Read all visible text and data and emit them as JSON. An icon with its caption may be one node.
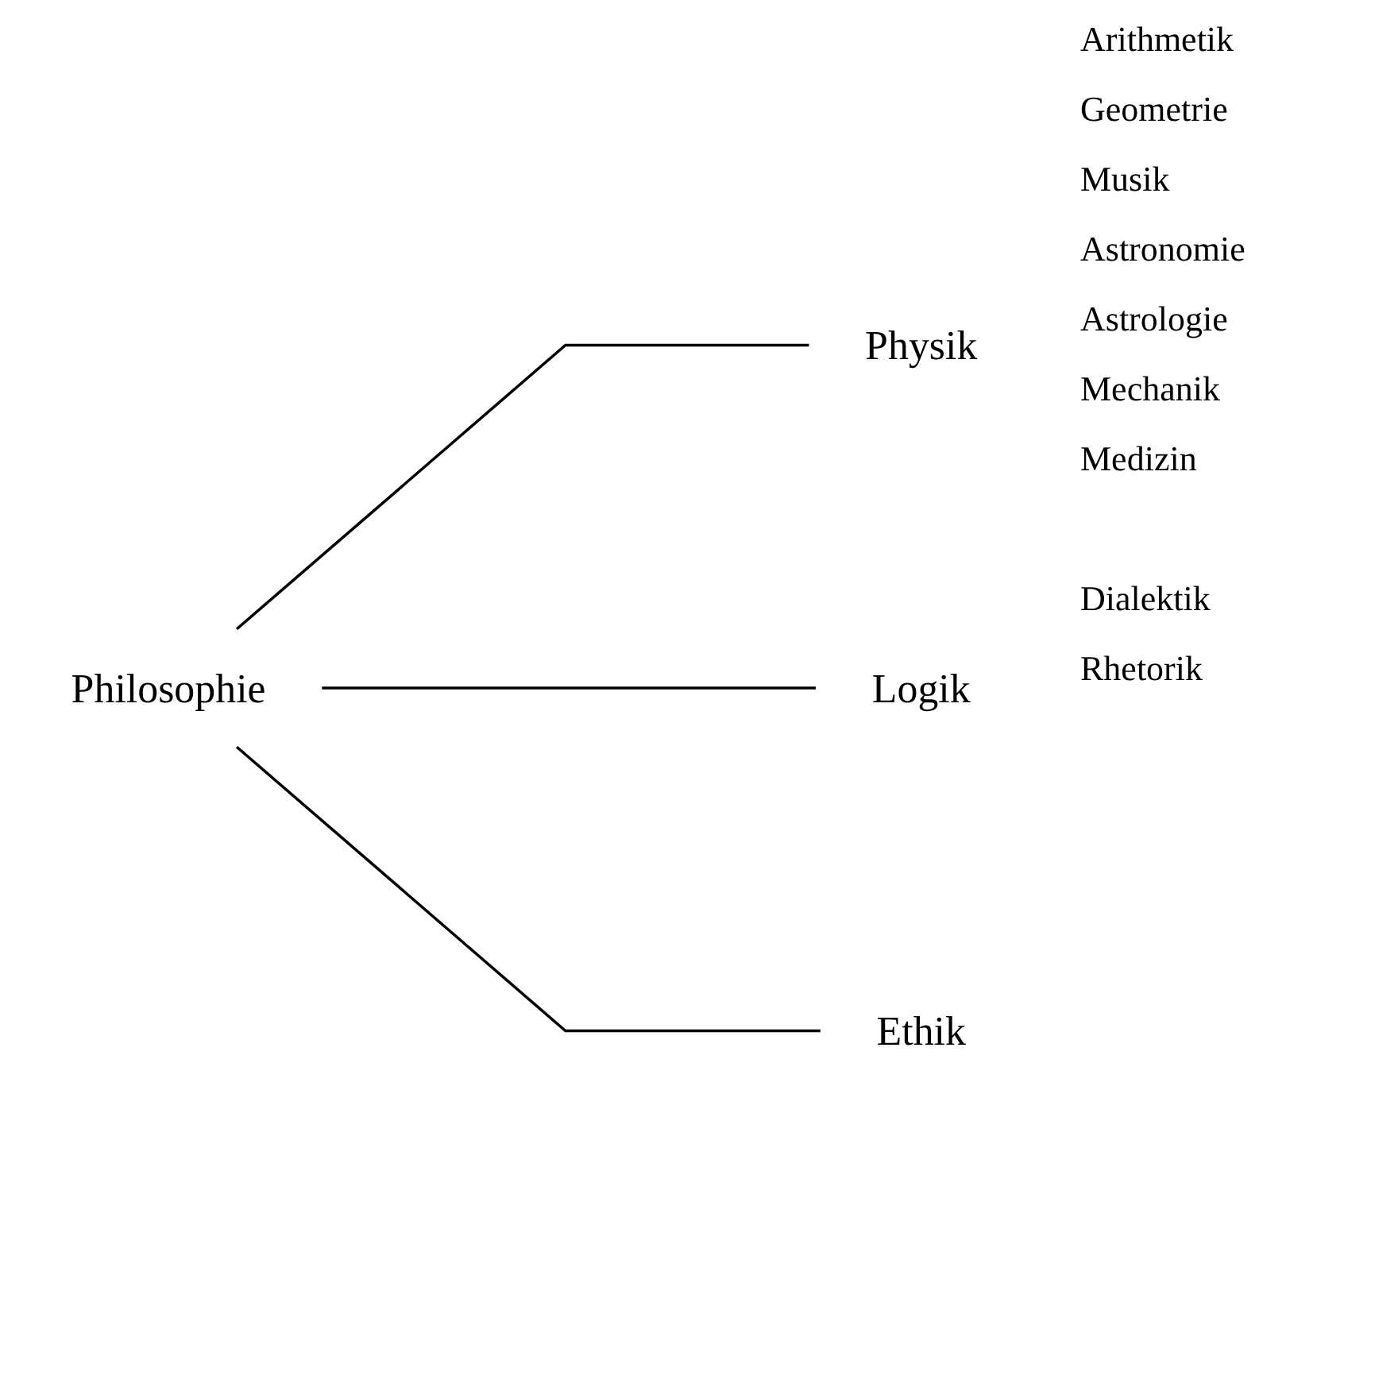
{
  "diagram": {
    "nodes": [
      {
        "text": [
          "Philosophie"
        ]
      },
      {
        "text": [
          "Physik"
        ]
      },
      {
        "text": [
          "Logik"
        ]
      },
      {
        "text": [
          "Ethik"
        ]
      }
    ],
    "edges": [
      {
        "from": 0,
        "to": 1,
        "arrow": "none"
      },
      {
        "from": 0,
        "to": 2,
        "arrow": "none"
      },
      {
        "from": 0,
        "to": 3,
        "arrow": "none"
      }
    ],
    "labels": [
      "Arithmetik",
      "Geometrie",
      "Musik",
      "Astronomie",
      "Astrologie",
      "Mechanik",
      "Medizin",
      "Dialektik",
      "Rhetorik"
    ]
  }
}
